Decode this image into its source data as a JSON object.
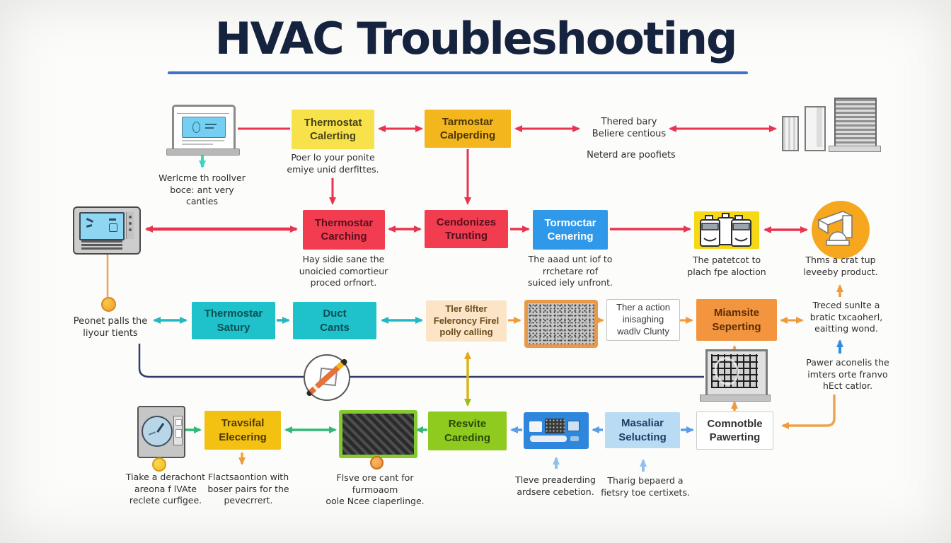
{
  "title": "HVAC Troubleshooting",
  "row1": {
    "laptop_caption": "Werlcme th roollver\nboce: ant very\ncanties",
    "thermostat_calerting": "Thermostat\nCalerting",
    "thermostat_calerting_caption": "Poer lo your ponite\nemiye unid derfittes.",
    "tarmostar_calperding": "Tarmostar\nCalperding",
    "thered_bary": "Thered bary\nBeliere centious",
    "neterd": "Neterd are poofiets"
  },
  "row2": {
    "thermostar_carching": "Thermostar\nCarching",
    "thermostar_carching_caption": "Hay sidie sane the\nunoicied comortieur\nproced orfnort.",
    "cendonizes_trunting": "Cendonizes\nTrunting",
    "tormoctar_cenering": "Tormoctar\nCenering",
    "tormoctar_cenering_caption": "The aaad unt iof to\nrrchetare rof\nsuiced iely unfront.",
    "bottles_caption": "The patetcot to\nplach fpe aloction",
    "duct_caption": "Thms a crat tup\nleveeby product."
  },
  "row3": {
    "peonet": "Peonet palls the\nliyour tients",
    "thermostar_satury": "Thermostar\nSatury",
    "duct_cants": "Duct\nCants",
    "tler_filter": "Tler 6lfter\nFeleroncy Firel\npolly calling",
    "ther_a_action": "Ther a action\ninisaghing\nwadlv Clunty",
    "miamsite_seperting": "Miamsite\nSeperting",
    "treced": "Treced sunlte a\nbratic txcaoherl,\neaitting wond.",
    "pawer": "Pawer aconelis the\nimters orte franvo\nhEct catlor."
  },
  "row4": {
    "gauge_caption": "Tiake a derachont\nareona f lVAte\nreclete curfigee.",
    "travsifal_elecering": "Travsifal\nElecering",
    "travsifal_caption": "Flactsaontion with\nboser pairs for the\npevecrrert.",
    "filter_caption": "Flsve ore cant for\nfurmoaom\noole Ncee claperlinge.",
    "resvite_careding": "Resvite\nCareding",
    "device_caption": "Tleve preaderding\nardsere cebetion.",
    "masaliar_selucting": "Masaliar\nSelucting",
    "comnotble_pawerting": "Comnotble\nPawerting",
    "tharig": "Tharig bepaerd a\nfietsry toe certixets."
  },
  "icons": {
    "laptop": "laptop-icon",
    "filter_towers": "air-filter-towers-icon",
    "thermostat": "thermostat-icon",
    "bottles": "bottles-icon",
    "duct_badge": "duct-badge-icon",
    "coin": "coin-icon",
    "pencil_circle": "pencil-circle-icon",
    "vent_grid": "vent-grid-icon",
    "gauge": "gauge-meter-icon",
    "filter_media": "filter-media-icon",
    "air_filter": "air-filter-icon",
    "control_panel": "control-panel-icon"
  },
  "colors": {
    "title": "#16233f",
    "underline": "#3b74cc",
    "red": "#e8344e",
    "teal": "#22b8c4",
    "mint": "#3ed3c2",
    "orange": "#f09a3d",
    "gold": "#ddb31c",
    "green": "#31b877",
    "blue": "#2f8fdf",
    "light_blue": "#8fc0f0",
    "navy_line": "#2b3f68"
  }
}
